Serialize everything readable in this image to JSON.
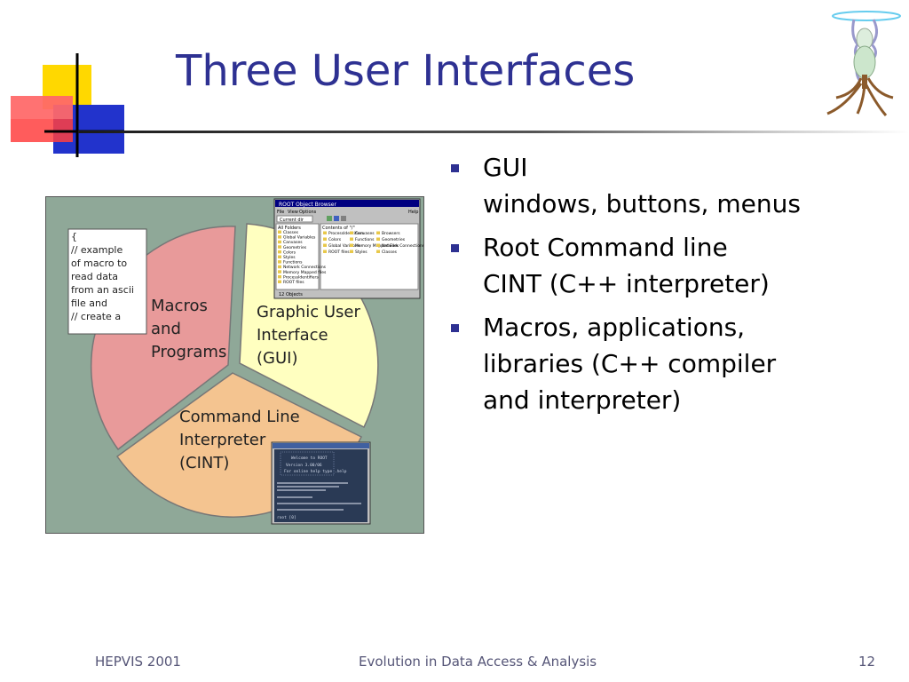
{
  "slide": {
    "title": "Three User Interfaces",
    "colors": {
      "title": "#2E3192",
      "bullet": "#2E3192",
      "diagram_bg": "#8FA898",
      "macros_wedge": "#E89A9A",
      "gui_wedge": "#FFFFC0",
      "cint_wedge": "#F4C490"
    }
  },
  "bullets": [
    {
      "lines": [
        "GUI",
        "windows, buttons, menus"
      ]
    },
    {
      "lines": [
        "Root Command line",
        "CINT (C++ interpreter)"
      ]
    },
    {
      "lines": [
        "Macros, applications,",
        "libraries (C++ compiler",
        "and interpreter)"
      ]
    }
  ],
  "diagram": {
    "macros_label": [
      "Macros",
      "and",
      "Programs"
    ],
    "gui_label": [
      "Graphic User",
      "Interface",
      "(GUI)"
    ],
    "cint_label": [
      "Command Line",
      "Interpreter",
      "(CINT)"
    ],
    "code_lines": [
      "{",
      "//    example",
      "of macro to",
      "read data",
      "from an ascii",
      "file and",
      "//    create a"
    ],
    "browser_title": "ROOT Object Browser",
    "browser_menu": [
      "File",
      "View",
      "Options",
      "Help"
    ],
    "browser_path": "Current dir",
    "browser_tree_header": "All Folders",
    "browser_contents_header": "Contents of \"/\"",
    "browser_folders": [
      "Classes",
      "Global Variables",
      "Canvases",
      "Geometries",
      "Colors",
      "Styles",
      "Functions",
      "Network Connections",
      "Memory Mapped files",
      "ProcessIdentifiers",
      "ROOT files"
    ],
    "browser_icons": [
      "ProcessIdentifiers",
      "Colors",
      "Global Variables",
      "ROOT files",
      "Canvases",
      "Functions",
      "Memory Mapped Files",
      "Styles",
      "Browsers",
      "Geometries",
      "Network Connections",
      "Classes"
    ],
    "browser_status": "12 Objects",
    "terminal_lines": [
      "Welcome to ROOT",
      "Version 3.00/06",
      "For online help type .help",
      "root [0]"
    ]
  },
  "footer": {
    "left": "HEPVIS 2001",
    "center": "Evolution in Data Access & Analysis",
    "page": "12"
  },
  "icons": {
    "decoration": "colored-squares-icon",
    "mascot": "root-tree-logo-icon",
    "bullet": "blue-square-bullet-icon"
  }
}
